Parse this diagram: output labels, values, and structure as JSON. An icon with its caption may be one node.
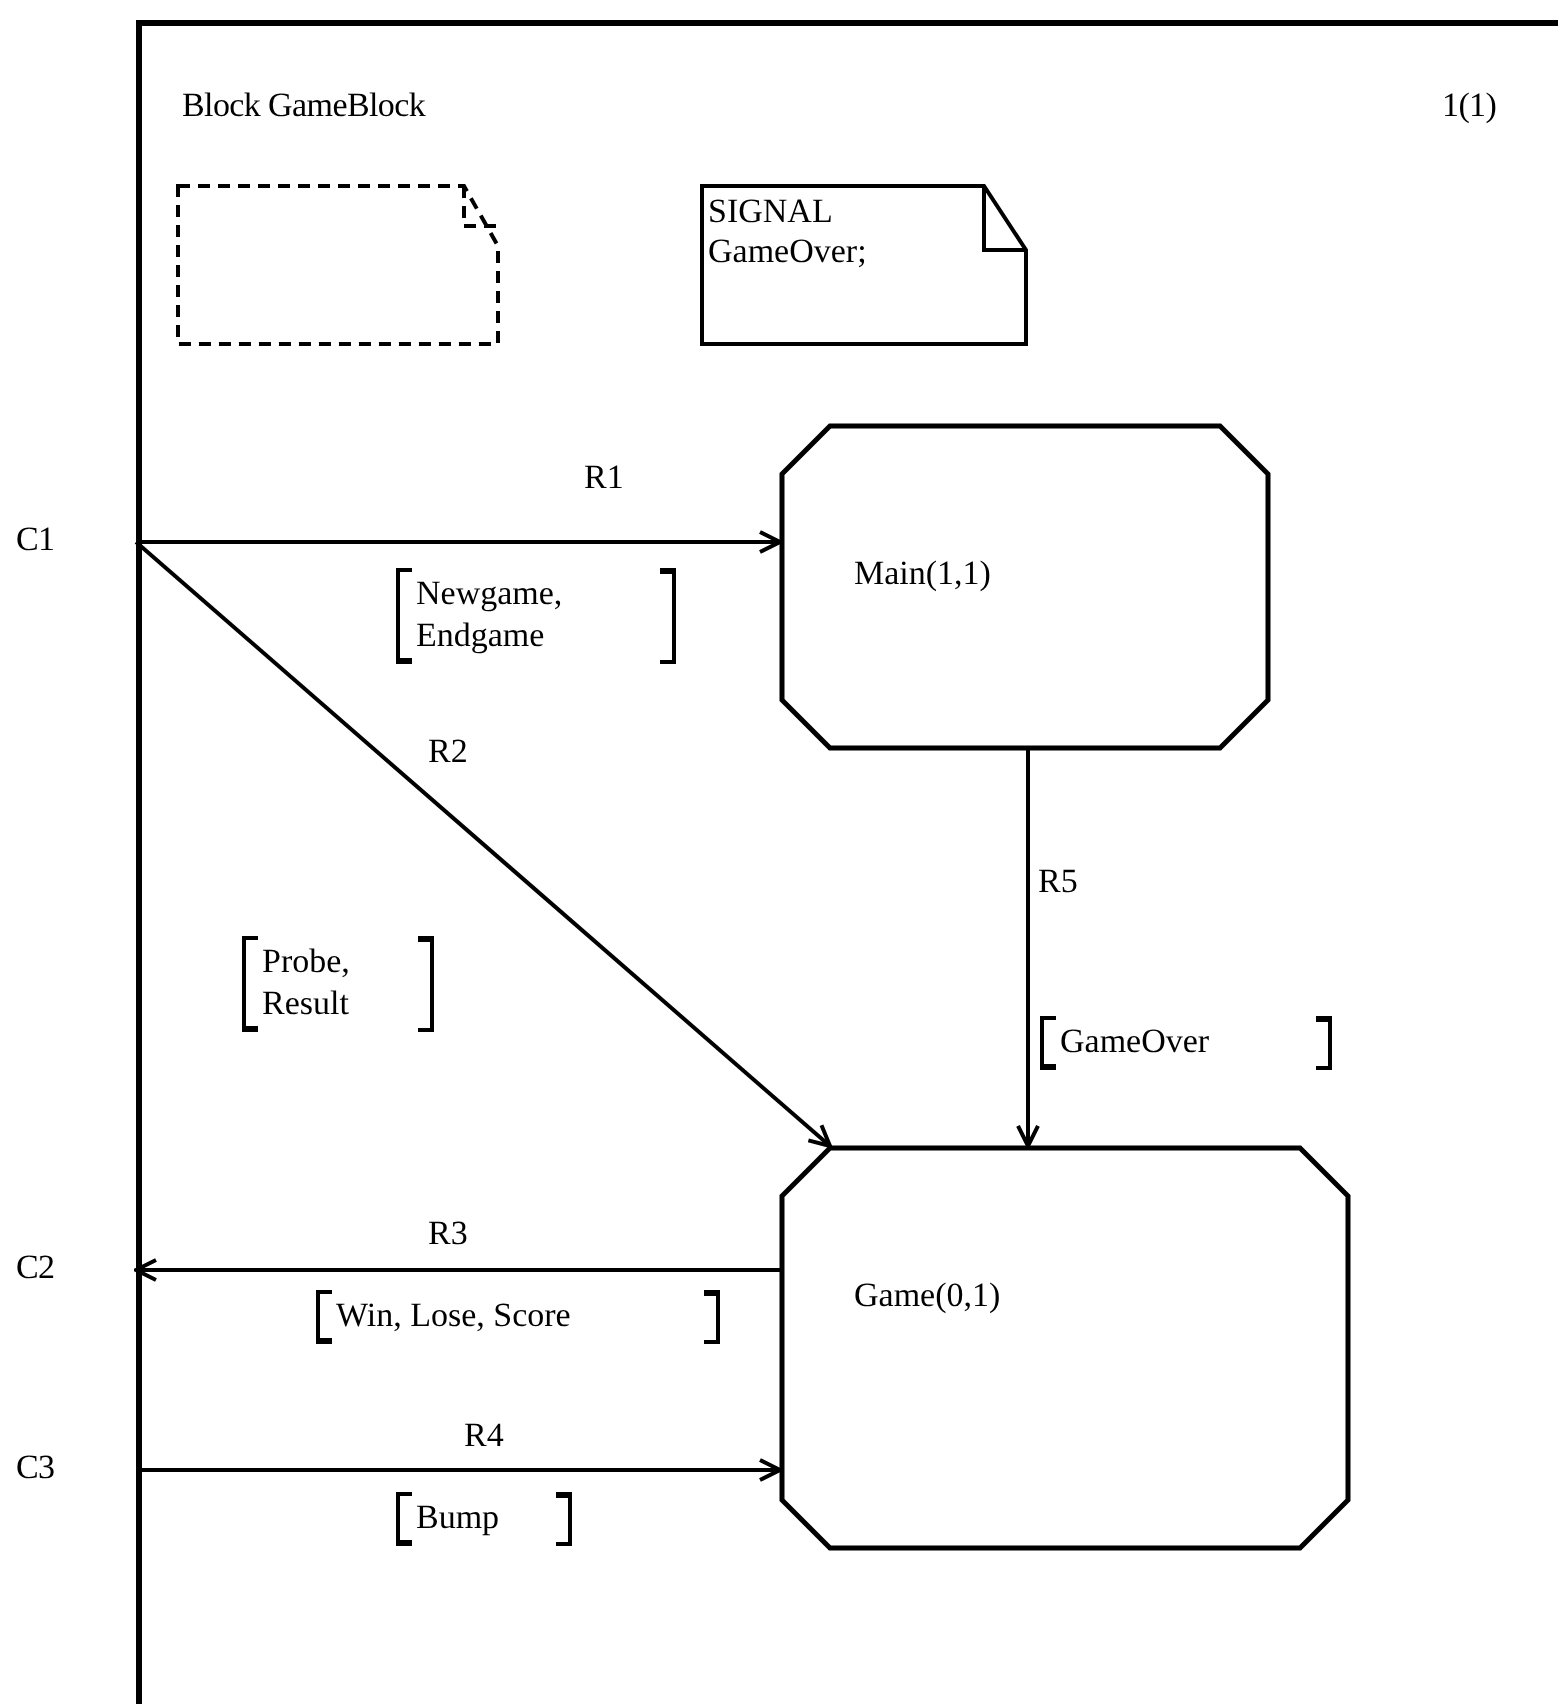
{
  "diagram": {
    "nodes": [
      {
        "text": [
          "Block GameBlock",
          "1(1)"
        ]
      },
      {
        "text": [],
        "shape": "box",
        "in": 0
      },
      {
        "text": [
          "SIGNAL GameOver;"
        ],
        "in": 0
      },
      {
        "text": [
          "Main(1,1)"
        ],
        "in": 0
      },
      {
        "text": [
          "Game(0,1)"
        ],
        "in": 0
      }
    ],
    "edges": [
      {
        "from": null,
        "to": 3,
        "arrow": "to",
        "label": "R1"
      },
      {
        "from": null,
        "to": 4,
        "arrow": "to",
        "label": "R2"
      },
      {
        "from": 4,
        "to": null,
        "arrow": "to",
        "label": "R3"
      },
      {
        "from": null,
        "to": 4,
        "arrow": "to",
        "label": "R4"
      },
      {
        "from": 3,
        "to": 4,
        "arrow": "to",
        "label": "R5"
      }
    ],
    "labels": [
      "C1",
      "Newgame, Endgame",
      "Probe, Result",
      "GameOver",
      "C2",
      "Win, Lose, Score",
      "C3",
      "Bump"
    ]
  }
}
